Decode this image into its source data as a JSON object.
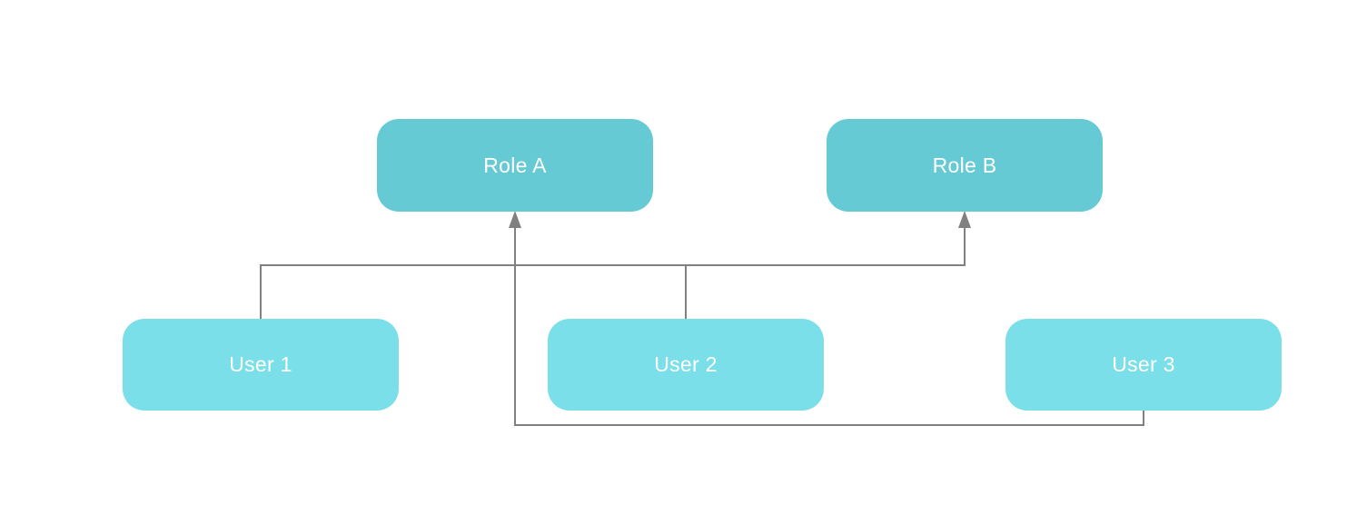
{
  "diagram": {
    "nodes": {
      "role_a": {
        "label": "Role A",
        "type": "role"
      },
      "role_b": {
        "label": "Role B",
        "type": "role"
      },
      "user_1": {
        "label": "User 1",
        "type": "user"
      },
      "user_2": {
        "label": "User 2",
        "type": "user"
      },
      "user_3": {
        "label": "User 3",
        "type": "user"
      }
    },
    "edges": [
      {
        "from": "User 1",
        "to": "Role B",
        "arrow": "up"
      },
      {
        "from": "User 2",
        "to": "Role B",
        "arrow": "up"
      },
      {
        "from": "User 3",
        "to": "Role A",
        "arrow": "up"
      }
    ],
    "colors": {
      "role_fill": "#66cad4",
      "user_fill": "#7adfe9",
      "connector": "#808080",
      "label_text": "#ffffff"
    }
  }
}
